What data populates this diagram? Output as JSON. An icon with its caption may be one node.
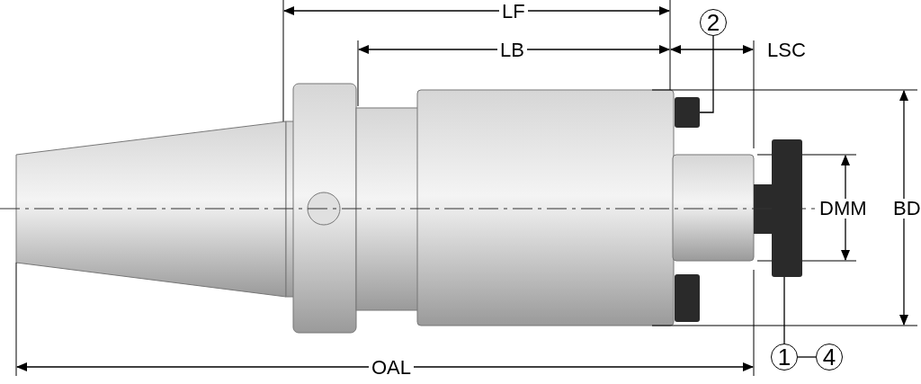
{
  "diagram": {
    "nodes": [
      {
        "text": [
          "2"
        ]
      },
      {
        "text": [],
        "shape": "box"
      },
      {
        "text": [
          "1"
        ]
      },
      {
        "text": [
          "4"
        ]
      },
      {
        "text": [],
        "shape": "box"
      }
    ],
    "edges": [
      {
        "from": 0,
        "to": 1,
        "arrow": "none"
      },
      {
        "from": 2,
        "to": 4,
        "arrow": "none"
      },
      {
        "from": 2,
        "to": 3,
        "arrow": "none"
      }
    ],
    "labels": [
      "LF",
      "LB",
      "LSC",
      "DMM",
      "BD",
      "OAL"
    ]
  }
}
